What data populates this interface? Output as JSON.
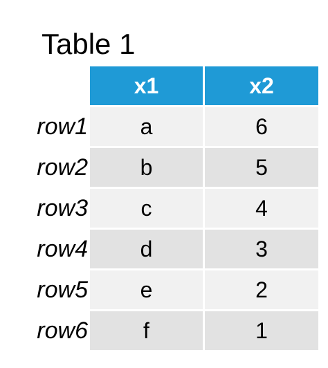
{
  "title": "Table 1",
  "columns": [
    "x1",
    "x2"
  ],
  "rows": [
    {
      "label": "row1",
      "x1": "a",
      "x2": "6"
    },
    {
      "label": "row2",
      "x1": "b",
      "x2": "5"
    },
    {
      "label": "row3",
      "x1": "c",
      "x2": "4"
    },
    {
      "label": "row4",
      "x1": "d",
      "x2": "3"
    },
    {
      "label": "row5",
      "x1": "e",
      "x2": "2"
    },
    {
      "label": "row6",
      "x1": "f",
      "x2": "1"
    }
  ],
  "colors": {
    "header_bg": "#1f9ad6",
    "header_text": "#ffffff",
    "row_light": "#f1f1f1",
    "row_dark": "#e2e2e2"
  }
}
